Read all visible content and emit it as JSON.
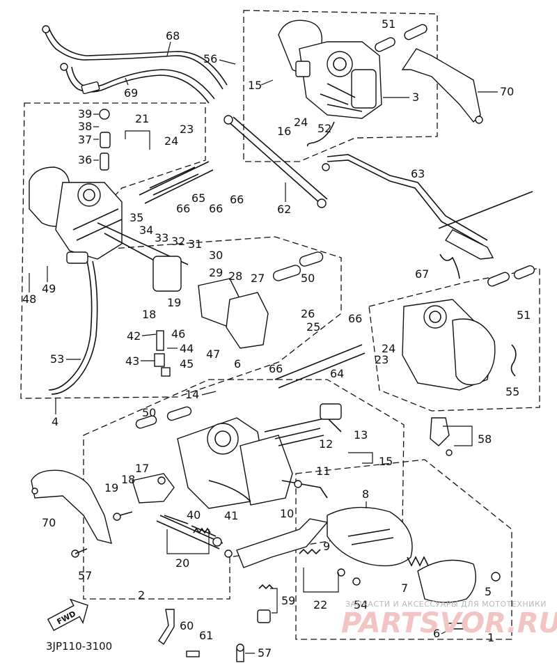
{
  "diagram": {
    "drawing_code": "3JP110-3100",
    "fwd_label": "FWD",
    "watermark": {
      "caption": "ЗАПЧАСТИ И АКСЕССУАРЫ ДЛЯ МОТОТЕХНИКИ",
      "logo_text": "PARTSVOR.RU"
    },
    "callouts": {
      "c51a": "51",
      "c56": "56",
      "c68": "68",
      "c15a": "15",
      "c3": "3",
      "c70a": "70",
      "c69": "69",
      "c16": "16",
      "c24a": "24",
      "c52": "52",
      "c39": "39",
      "c38": "38",
      "c37": "37",
      "c36": "36",
      "c21": "21",
      "c23a": "23",
      "c24b": "24",
      "c65": "65",
      "c66a": "66",
      "c66b": "66",
      "c66c": "66",
      "c62": "62",
      "c63": "63",
      "c35": "35",
      "c34": "34",
      "c33": "33",
      "c32": "32",
      "c31": "31",
      "c30": "30",
      "c29": "29",
      "c28": "28",
      "c27": "27",
      "c48": "48",
      "c49": "49",
      "c18a": "18",
      "c19a": "19",
      "c50a": "50",
      "c67": "67",
      "c42": "42",
      "c46": "46",
      "c44": "44",
      "c43": "43",
      "c45": "45",
      "c47": "47",
      "c6a": "6",
      "c26": "26",
      "c25": "25",
      "c66d": "66",
      "c51b": "51",
      "c53": "53",
      "c24c": "24",
      "c23b": "23",
      "c55": "55",
      "c4": "4",
      "c14": "14",
      "c66e": "66",
      "c64": "64",
      "c50b": "50",
      "c13": "13",
      "c12": "12",
      "c58": "58",
      "c15b": "15",
      "c17": "17",
      "c18b": "18",
      "c19b": "19",
      "c11": "11",
      "c8": "8",
      "c70b": "70",
      "c40": "40",
      "c41": "41",
      "c10": "10",
      "c20": "20",
      "c9": "9",
      "c57a": "57",
      "c2": "2",
      "c7": "7",
      "c5": "5",
      "c59": "59",
      "c22": "22",
      "c54": "54",
      "c60": "60",
      "c61": "61",
      "c57b": "57",
      "c6b": "6",
      "c1": "1"
    }
  }
}
